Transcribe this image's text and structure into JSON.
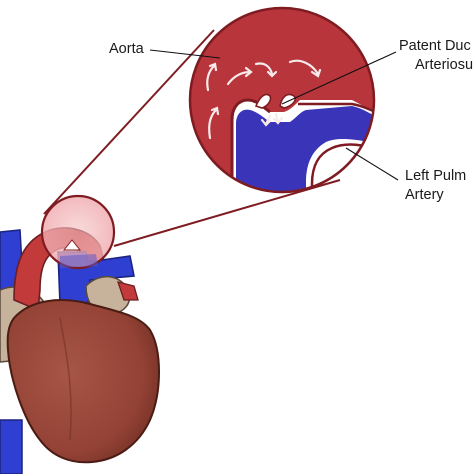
{
  "labels": {
    "aorta": "Aorta",
    "pda": [
      "Patent Duc",
      "Arteriosu"
    ],
    "lpa": [
      "Left Pulm",
      "Artery"
    ]
  },
  "colors": {
    "aorta_red": "#b8353c",
    "aorta_dark": "#7e1c22",
    "pulmonary_blue": "#3a35b8",
    "heart_brown": "#9a4a3c",
    "heart_dark": "#5a241c",
    "tan": "#c7b39b",
    "blue_vein": "#2f3fd1",
    "outline": "#6b1e22",
    "arrow_white": "#f7eaea"
  },
  "icons": {
    "flow_arrow": "curved-arrow-icon"
  }
}
